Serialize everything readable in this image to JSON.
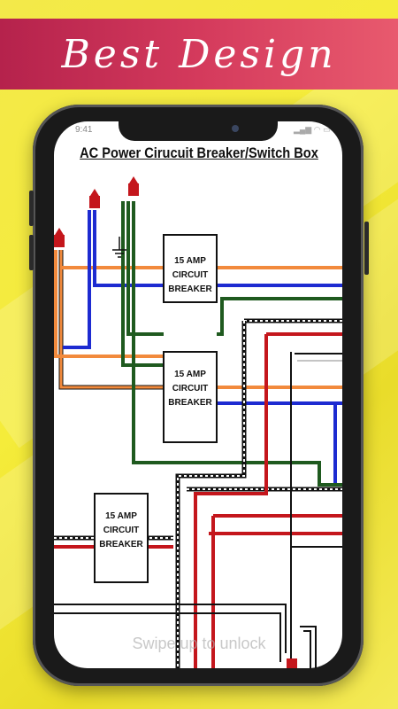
{
  "banner": {
    "title": "Best Design"
  },
  "status": {
    "time": "9:41",
    "icons": "▂▄▆ ◠ ▭"
  },
  "diagram": {
    "title": "AC Power Cirucuit Breaker/Switch Box",
    "breakers": [
      {
        "label": "15 AMP\nCIRCUIT\nBREAKER"
      },
      {
        "label": "15 AMP\nCIRCUIT\nBREAKER"
      },
      {
        "label": "15 AMP\nCIRCUIT\nBREAKER"
      }
    ]
  },
  "lockscreen": {
    "swipe_text": "Swipe up to unlock"
  },
  "colors": {
    "orange": "#f28a3c",
    "blue": "#1d2bd1",
    "green": "#1f5a1f",
    "red": "#c4161c",
    "black": "#111111"
  }
}
